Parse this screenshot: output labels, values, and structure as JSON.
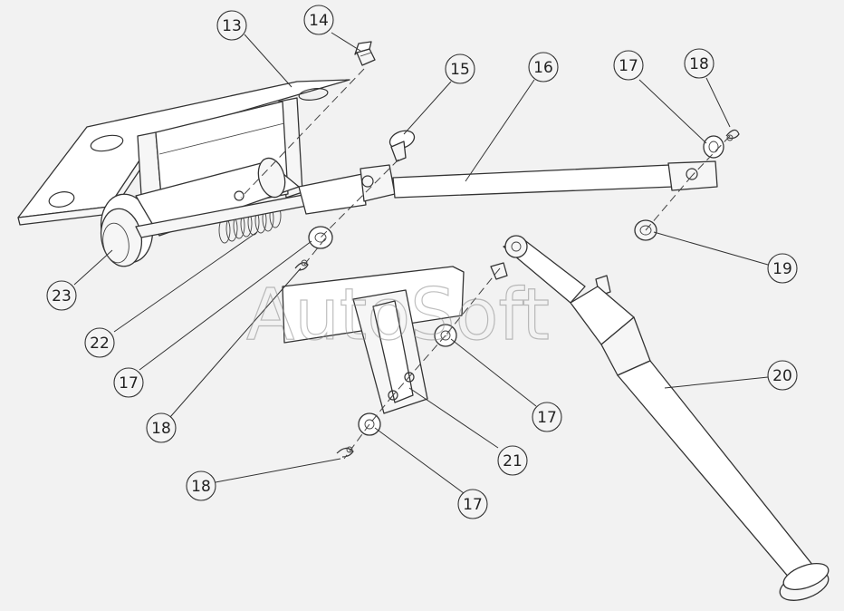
{
  "watermark": "AutoSoft",
  "callouts": {
    "c13": "13",
    "c14": "14",
    "c15": "15",
    "c16": "16",
    "c17a": "17",
    "c18a": "18",
    "c19": "19",
    "c20": "20",
    "c21": "21",
    "c22": "22",
    "c23": "23",
    "c17b": "17",
    "c18b": "18",
    "c17c": "17",
    "c18c": "18",
    "c17d": "17"
  }
}
